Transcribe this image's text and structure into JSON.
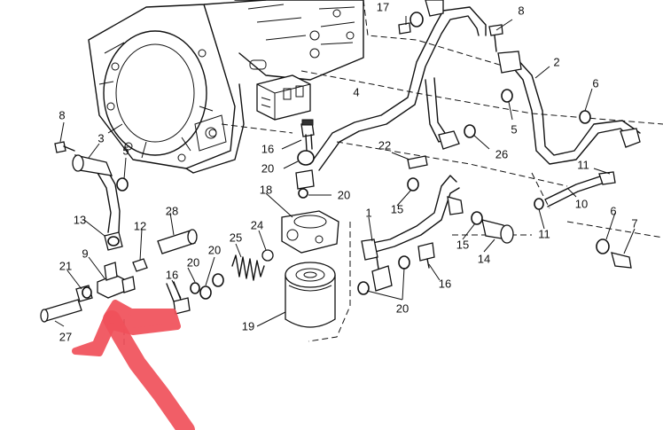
{
  "diagram": {
    "callouts": [
      {
        "id": "c17",
        "text": "17"
      },
      {
        "id": "c8a",
        "text": "8"
      },
      {
        "id": "c2",
        "text": "2"
      },
      {
        "id": "c4",
        "text": "4"
      },
      {
        "id": "c6a",
        "text": "6"
      },
      {
        "id": "c5a",
        "text": "5"
      },
      {
        "id": "c8b",
        "text": "8"
      },
      {
        "id": "c3",
        "text": "3"
      },
      {
        "id": "c5b",
        "text": "5"
      },
      {
        "id": "c16a",
        "text": "16"
      },
      {
        "id": "c20a",
        "text": "20"
      },
      {
        "id": "c22",
        "text": "22"
      },
      {
        "id": "c26",
        "text": "26"
      },
      {
        "id": "c11a",
        "text": "11"
      },
      {
        "id": "c18",
        "text": "18"
      },
      {
        "id": "c20b",
        "text": "20"
      },
      {
        "id": "c15a",
        "text": "15"
      },
      {
        "id": "c10",
        "text": "10"
      },
      {
        "id": "c13",
        "text": "13"
      },
      {
        "id": "c12",
        "text": "12"
      },
      {
        "id": "c28",
        "text": "28"
      },
      {
        "id": "c24",
        "text": "24"
      },
      {
        "id": "c1",
        "text": "1"
      },
      {
        "id": "c6b",
        "text": "6"
      },
      {
        "id": "c7",
        "text": "7"
      },
      {
        "id": "c11b",
        "text": "11"
      },
      {
        "id": "c15b",
        "text": "15"
      },
      {
        "id": "c14",
        "text": "14"
      },
      {
        "id": "c9",
        "text": "9"
      },
      {
        "id": "c20c",
        "text": "20"
      },
      {
        "id": "c25",
        "text": "25"
      },
      {
        "id": "c21",
        "text": "21"
      },
      {
        "id": "c16b",
        "text": "16"
      },
      {
        "id": "c20d",
        "text": "20"
      },
      {
        "id": "c16c",
        "text": "16"
      },
      {
        "id": "c20e",
        "text": "20"
      },
      {
        "id": "c19",
        "text": "19"
      },
      {
        "id": "c27",
        "text": "27"
      }
    ],
    "annotation": {
      "color": "#f0505a",
      "shape": "hand-drawn-arrow"
    }
  }
}
